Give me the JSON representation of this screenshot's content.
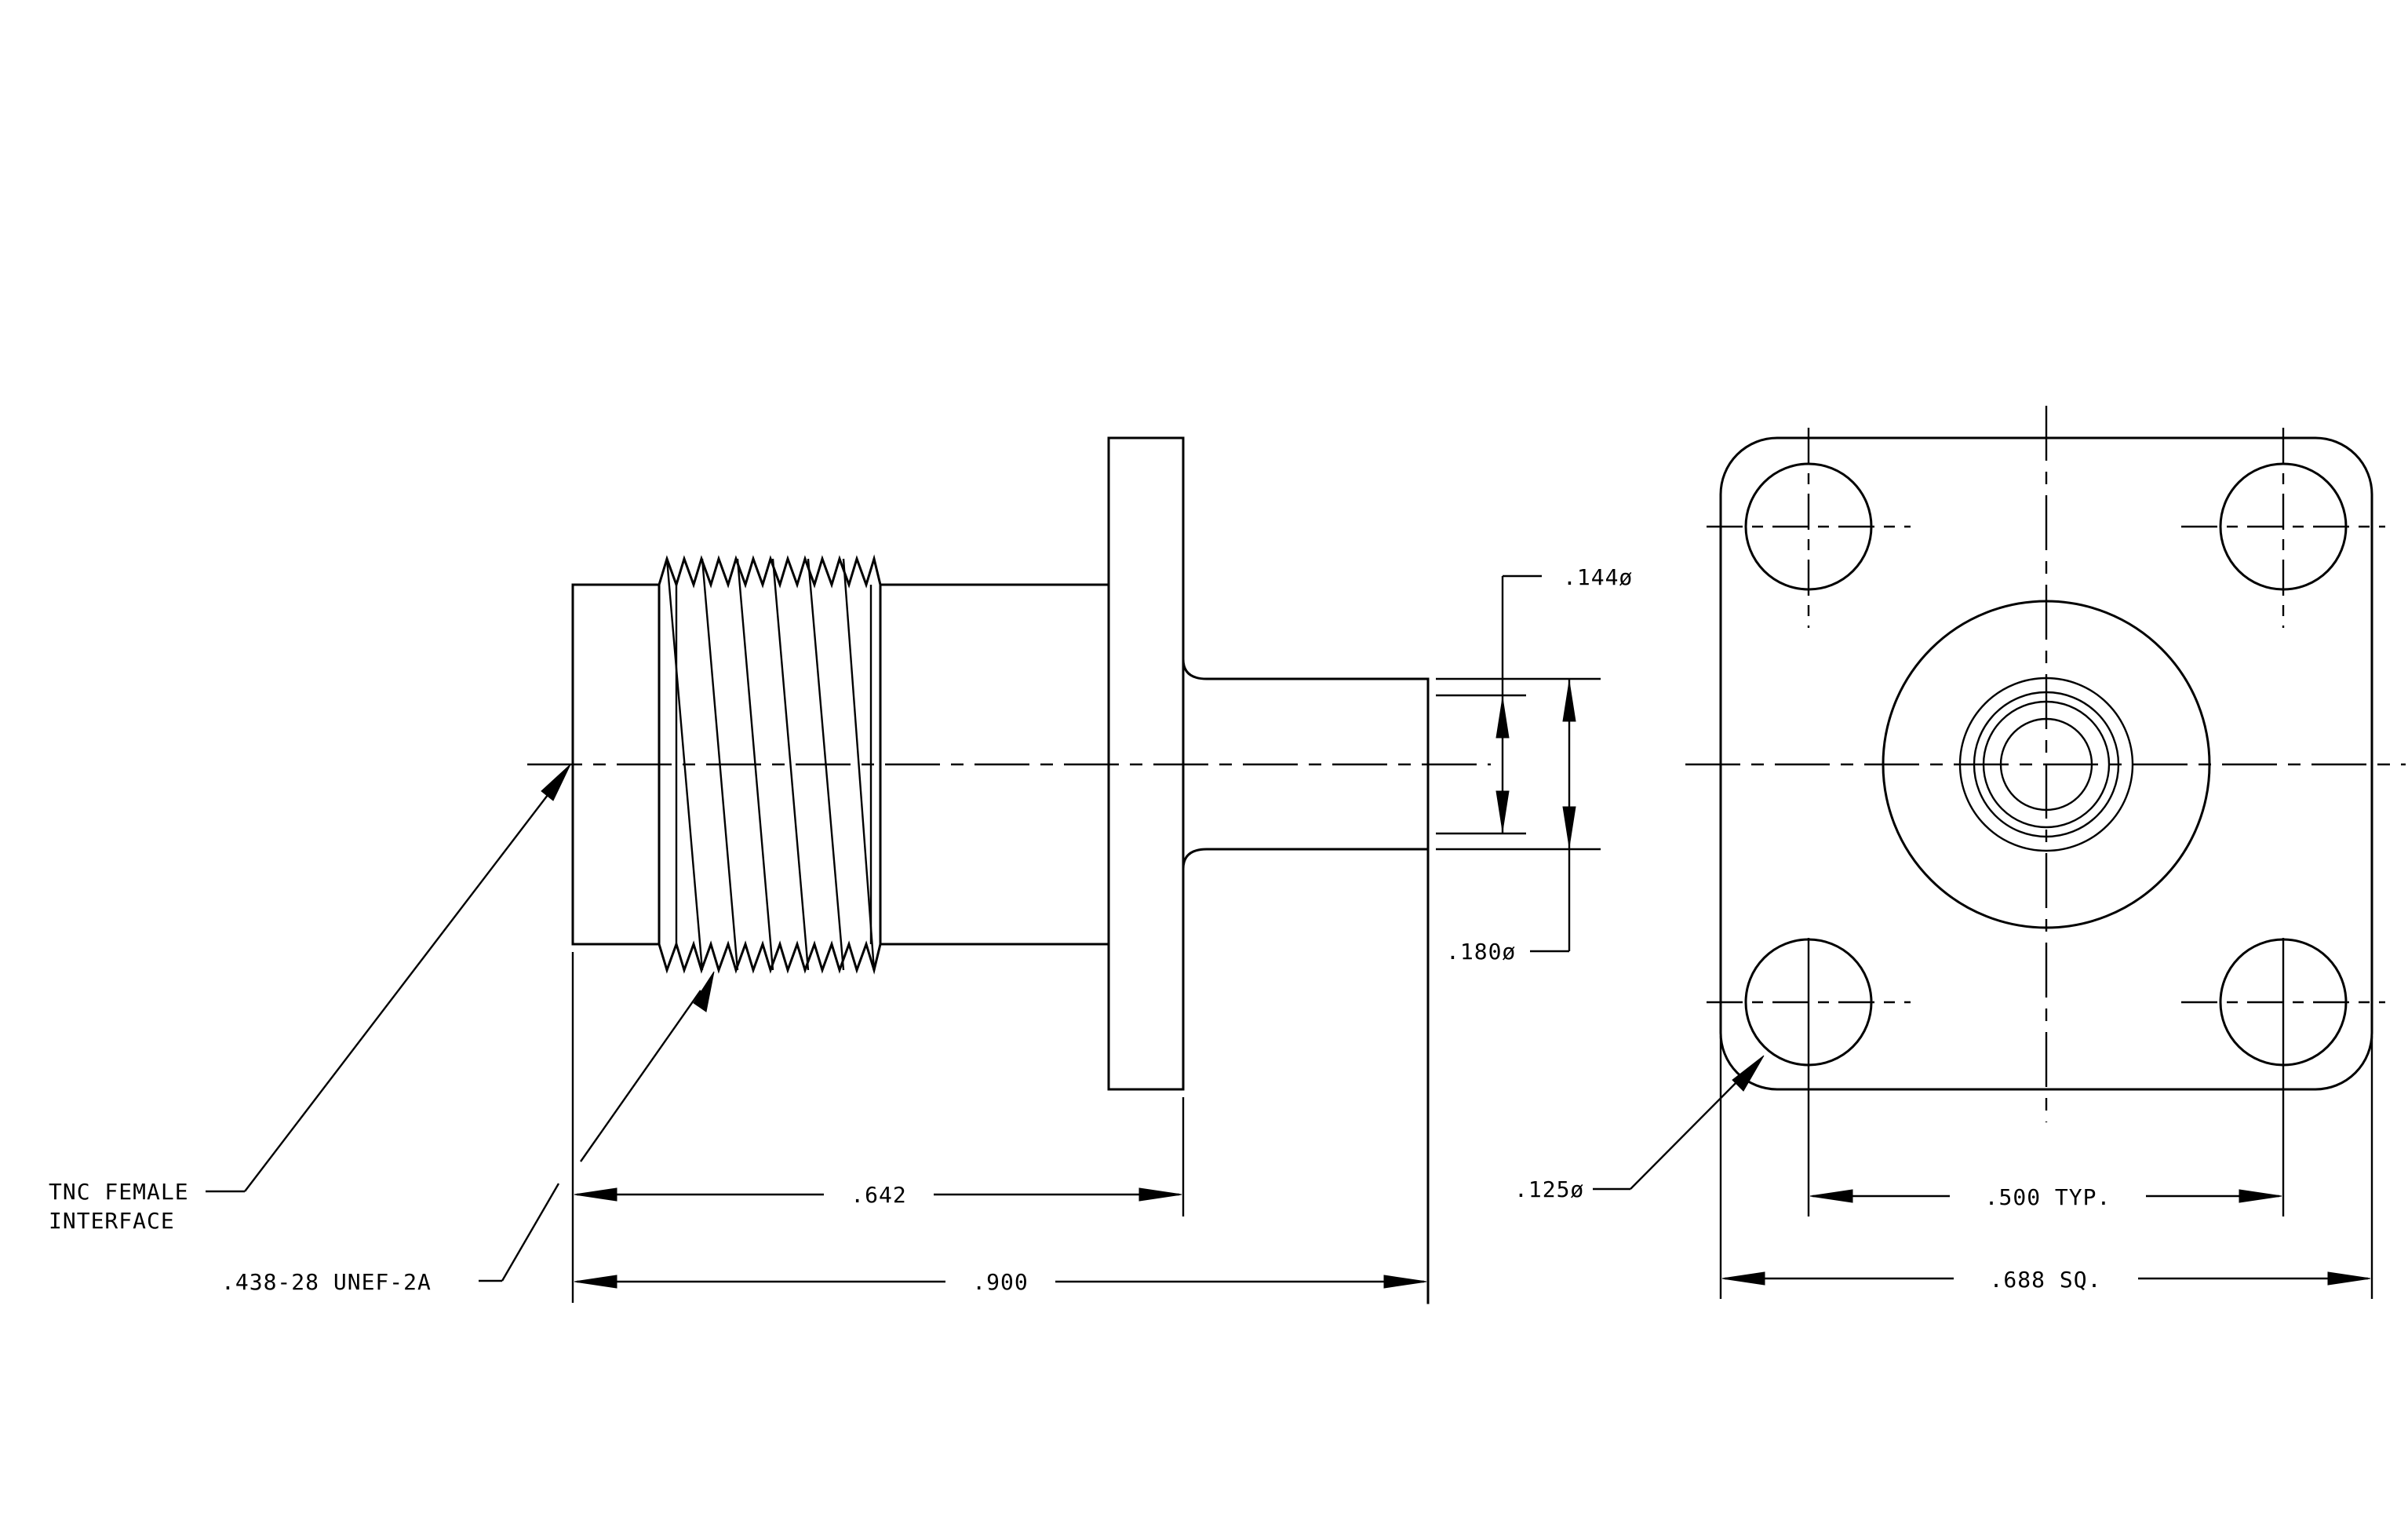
{
  "drawing": {
    "labels": {
      "tnc_line1": "TNC  FEMALE",
      "tnc_line2": "INTERFACE",
      "thread": ".438-28  UNEF-2A",
      "dim_642": ".642",
      "dim_900": ".900",
      "dia_144": ".144ø",
      "dia_180": ".180ø",
      "dia_125": ".125ø",
      "dim_500": ".500  TYP.",
      "dim_688": ".688  SQ."
    }
  }
}
